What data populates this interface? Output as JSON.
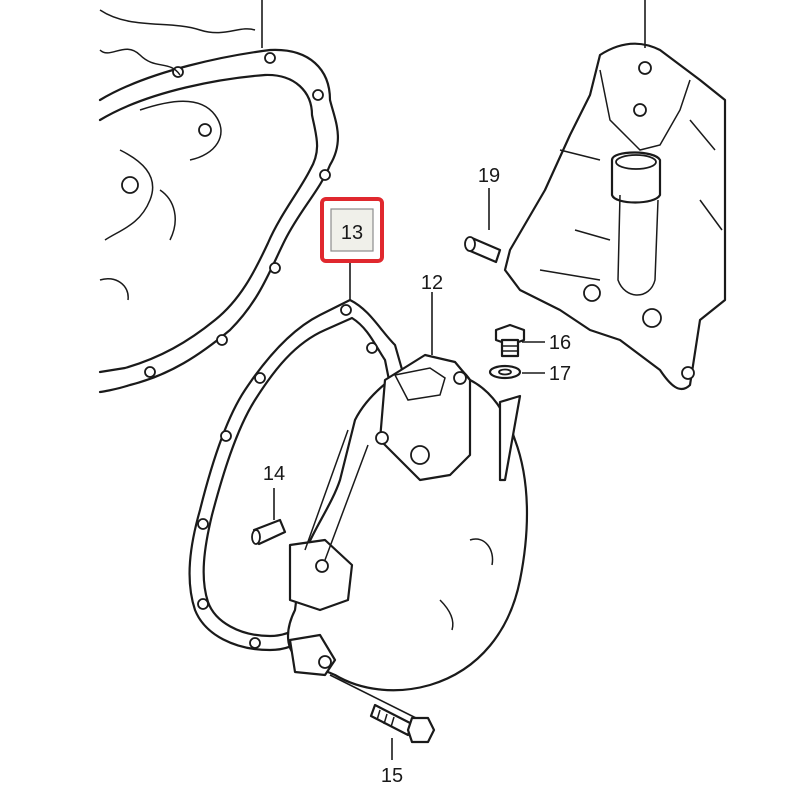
{
  "callouts": {
    "c12": "12",
    "c13": "13",
    "c14": "14",
    "c15": "15",
    "c16": "16",
    "c17": "17",
    "c19": "19"
  },
  "highlight": {
    "part_number": "13",
    "border_color": "#e0282e",
    "fill_color": "#f0f0ea"
  }
}
